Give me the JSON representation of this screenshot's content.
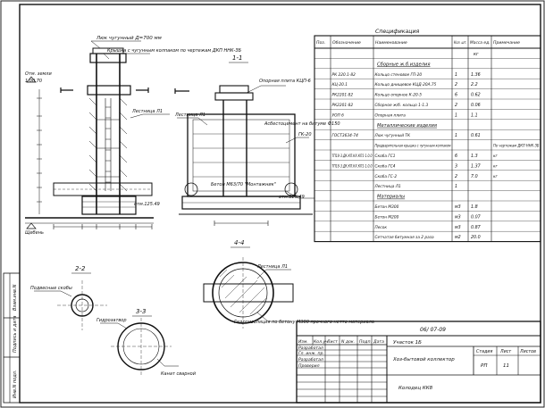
{
  "views": {
    "section_1_1": "1-1",
    "section_2_2": "2-2",
    "section_3_3": "3-3",
    "section_4_4": "4-4"
  },
  "callouts": {
    "hatch_diameter": "Люк чугунный Д=700 мм",
    "cover_plate": "Крышка с чугунным колпаком по чертежам ДКП ННК-ЗБ",
    "support_plate": "Опорная плита КЦП-6",
    "ground_mark": "Отм. земли",
    "mark_1": "1,00.70",
    "ladder": "Лестница Л1",
    "asbestos_bitumen": "Асбестоцемент на битуме Ф150",
    "pipe_label": "ГК-20",
    "pit_mark": "отм.125.49",
    "pit_mark2": "отм.125.49",
    "concrete": "Бетон М63/70 \"Монтажник\"",
    "gravel": "Щебень",
    "bolt_caption": "Подвесные скобы",
    "hole_caption": "Гидрозатвор",
    "sleeve_caption": "Гидроизоляция по бетону М300 прочного нетто материала",
    "rope_caption": "Канат сварной"
  },
  "spec": {
    "title": "Спецификация",
    "headers": [
      "Поз.",
      "Обозначение",
      "Наименование",
      "Кол. шт.",
      "Масса ед.",
      "Примечание"
    ],
    "sub_unit": "кг",
    "section_concrete": "Сборные ж.б.изделия",
    "section_metal": "Металлические изделия",
    "section_materials": "Материалы",
    "rows": [
      {
        "code": "РК 220.1-82",
        "name": "Кольцо стеновое ГП-20",
        "qty": "1",
        "mass": "1.36",
        "note": ""
      },
      {
        "code": "КЦ-20.1",
        "name": "Кольцо днищевое КЦД-20А.75",
        "qty": "2",
        "mass": "2.2",
        "note": ""
      },
      {
        "code": "РК2201-82",
        "name": "Кольцо опорное К-20-5",
        "qty": "6",
        "mass": "0.62",
        "note": ""
      },
      {
        "code": "РК2201-82",
        "name": "Сборное ж/б. кольцо 1-1.3",
        "qty": "2",
        "mass": "0.06",
        "note": ""
      },
      {
        "code": "УОП 6",
        "name": "Опорная плита",
        "qty": "1",
        "mass": "1.1",
        "note": ""
      },
      {
        "code": "ГОСТ3634-74",
        "name": "Люк чугунный ТК",
        "qty": "1",
        "mass": "0.61",
        "note": ""
      },
      {
        "code": "",
        "name": "Предварительная крышка с чугунным колпаком",
        "qty": "",
        "mass": "",
        "note": "По чертежам ДКП ННК-ЗБ"
      },
      {
        "code": "ТП18-3.ДК.КП.КХ.КП1-1.0.0",
        "name": "Скоба ГС1",
        "qty": "6",
        "mass": "1.3",
        "note": "кг"
      },
      {
        "code": "ТП18-3.ДК.КП.КХ.КП1-1.0.0",
        "name": "Скоба ГС4",
        "qty": "3",
        "mass": "1.37",
        "note": "кг"
      },
      {
        "code": "",
        "name": "Скоба ГС-2",
        "qty": "2",
        "mass": "7.0",
        "note": "кг"
      },
      {
        "code": "",
        "name": "Лестница Л1",
        "qty": "1",
        "mass": "",
        "note": ""
      },
      {
        "code": "",
        "name": "Бетон М300",
        "qty": "м3",
        "mass": "1.8",
        "note": ""
      },
      {
        "code": "",
        "name": "Бетон М200",
        "qty": "м3",
        "mass": "0.07",
        "note": ""
      },
      {
        "code": "",
        "name": "Песок",
        "qty": "м3",
        "mass": "0.87",
        "note": ""
      },
      {
        "code": "",
        "name": "Сетчатая битумная за 2 раза",
        "qty": "м2",
        "mass": "20.0",
        "note": ""
      }
    ]
  },
  "titleblock": {
    "doc_code": "06/ 07-09",
    "plot": "Участок 1Б",
    "object": "Хоз-бытовой коллектор",
    "drawing": "Колодец КК8",
    "labels_row": [
      "Изм.",
      "Кол.уч.",
      "Лист",
      "N док.",
      "Подп.",
      "Дата"
    ],
    "roles": [
      "Разработал",
      "Гл. инж. пр.",
      "Разработал",
      "Проверил"
    ],
    "stage_h": "Стадия",
    "sheet_h": "Лист",
    "sheets_h": "Листов",
    "stage": "РП",
    "sheet": "11",
    "sheets": ""
  },
  "side_stamp": [
    "Инв.N подл.",
    "Подпись и дата",
    "Взам.инв.N"
  ]
}
